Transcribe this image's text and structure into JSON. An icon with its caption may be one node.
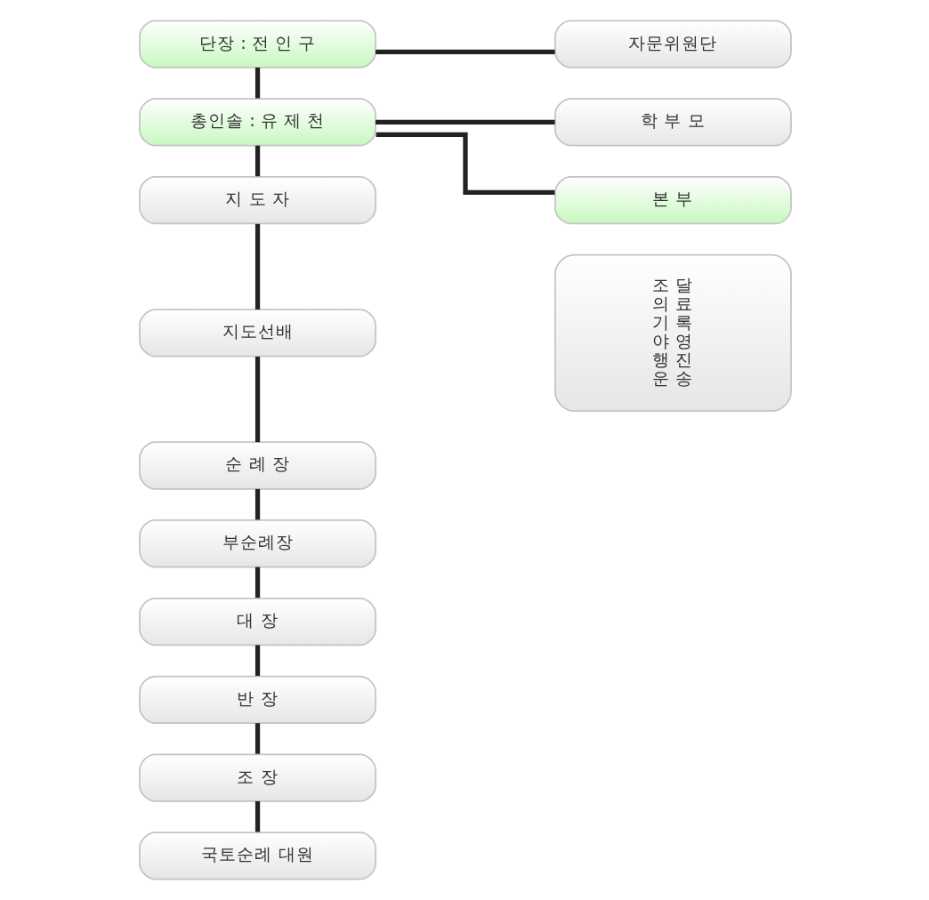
{
  "diagram": {
    "nodes": [
      {
        "text": [
          "단장 : 전 인 구"
        ]
      },
      {
        "text": [
          "자문위원단"
        ]
      },
      {
        "text": [
          "총인솔 : 유 제 천"
        ]
      },
      {
        "text": [
          "학 부 모"
        ]
      },
      {
        "text": [
          "본 부"
        ]
      },
      {
        "text": [
          "조 달",
          "의 료",
          "기 록",
          "야 영",
          "행 진",
          "운 송"
        ]
      },
      {
        "text": [
          "지 도 자"
        ]
      },
      {
        "text": [
          "지도선배"
        ]
      },
      {
        "text": [
          "순 례 장"
        ]
      },
      {
        "text": [
          "부순례장"
        ]
      },
      {
        "text": [
          "대 장"
        ]
      },
      {
        "text": [
          "반 장"
        ]
      },
      {
        "text": [
          "조 장"
        ]
      },
      {
        "text": [
          "국토순례 대원"
        ]
      }
    ],
    "edges": [
      {
        "from": 0,
        "to": 1,
        "arrow": "none"
      },
      {
        "from": 0,
        "to": 2,
        "arrow": "none"
      },
      {
        "from": 2,
        "to": 3,
        "arrow": "none"
      },
      {
        "from": 2,
        "to": 4,
        "arrow": "none"
      },
      {
        "from": 2,
        "to": 6,
        "arrow": "none"
      },
      {
        "from": 6,
        "to": 7,
        "arrow": "none"
      },
      {
        "from": 7,
        "to": 8,
        "arrow": "none"
      },
      {
        "from": 8,
        "to": 9,
        "arrow": "none"
      },
      {
        "from": 9,
        "to": 10,
        "arrow": "none"
      },
      {
        "from": 10,
        "to": 11,
        "arrow": "none"
      },
      {
        "from": 11,
        "to": 12,
        "arrow": "none"
      },
      {
        "from": 12,
        "to": 13,
        "arrow": "none"
      }
    ]
  }
}
